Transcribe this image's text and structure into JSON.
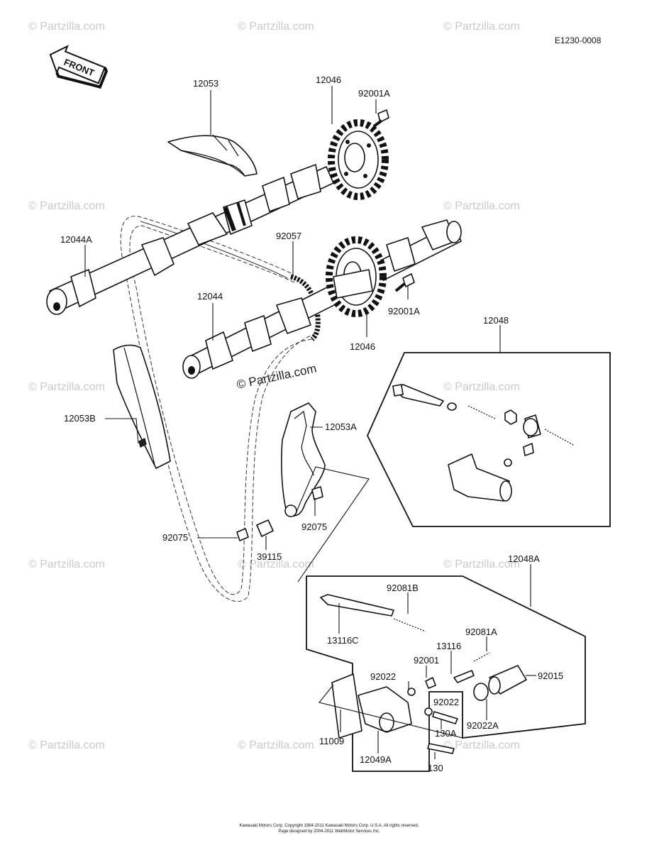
{
  "diagram_code": "E1230-0008",
  "front_label": "FRONT",
  "watermark_text": "© Partzilla.com",
  "footer": {
    "line1": "Kawasaki Motors Corp. Copyright 1984-2011 Kawasaki Motors Corp. U.S.A. All rights reserved.",
    "line2": "Page designed by 2004-2011 WebMotor Services Inc."
  },
  "callouts": {
    "c12053": "12053",
    "c12046_top": "12046",
    "c92001A_top": "92001A",
    "c12044A": "12044A",
    "c92057": "92057",
    "c12044": "12044",
    "c92001A_mid": "92001A",
    "c12046_mid": "12046",
    "c12048": "12048",
    "c12053B": "12053B",
    "c12053A": "12053A",
    "c92075_left": "92075",
    "c92075_right": "92075",
    "c39115": "39115",
    "c12048A": "12048A",
    "c92081B": "92081B",
    "c13116C": "13116C",
    "c92081A": "92081A",
    "c13116": "13116",
    "c92001": "92001",
    "c92022": "92022",
    "c92015": "92015",
    "c92022_b": "92022",
    "c130A": "130A",
    "c92022A": "92022A",
    "c11009": "11009",
    "c12049A": "12049A",
    "c130": "130"
  }
}
